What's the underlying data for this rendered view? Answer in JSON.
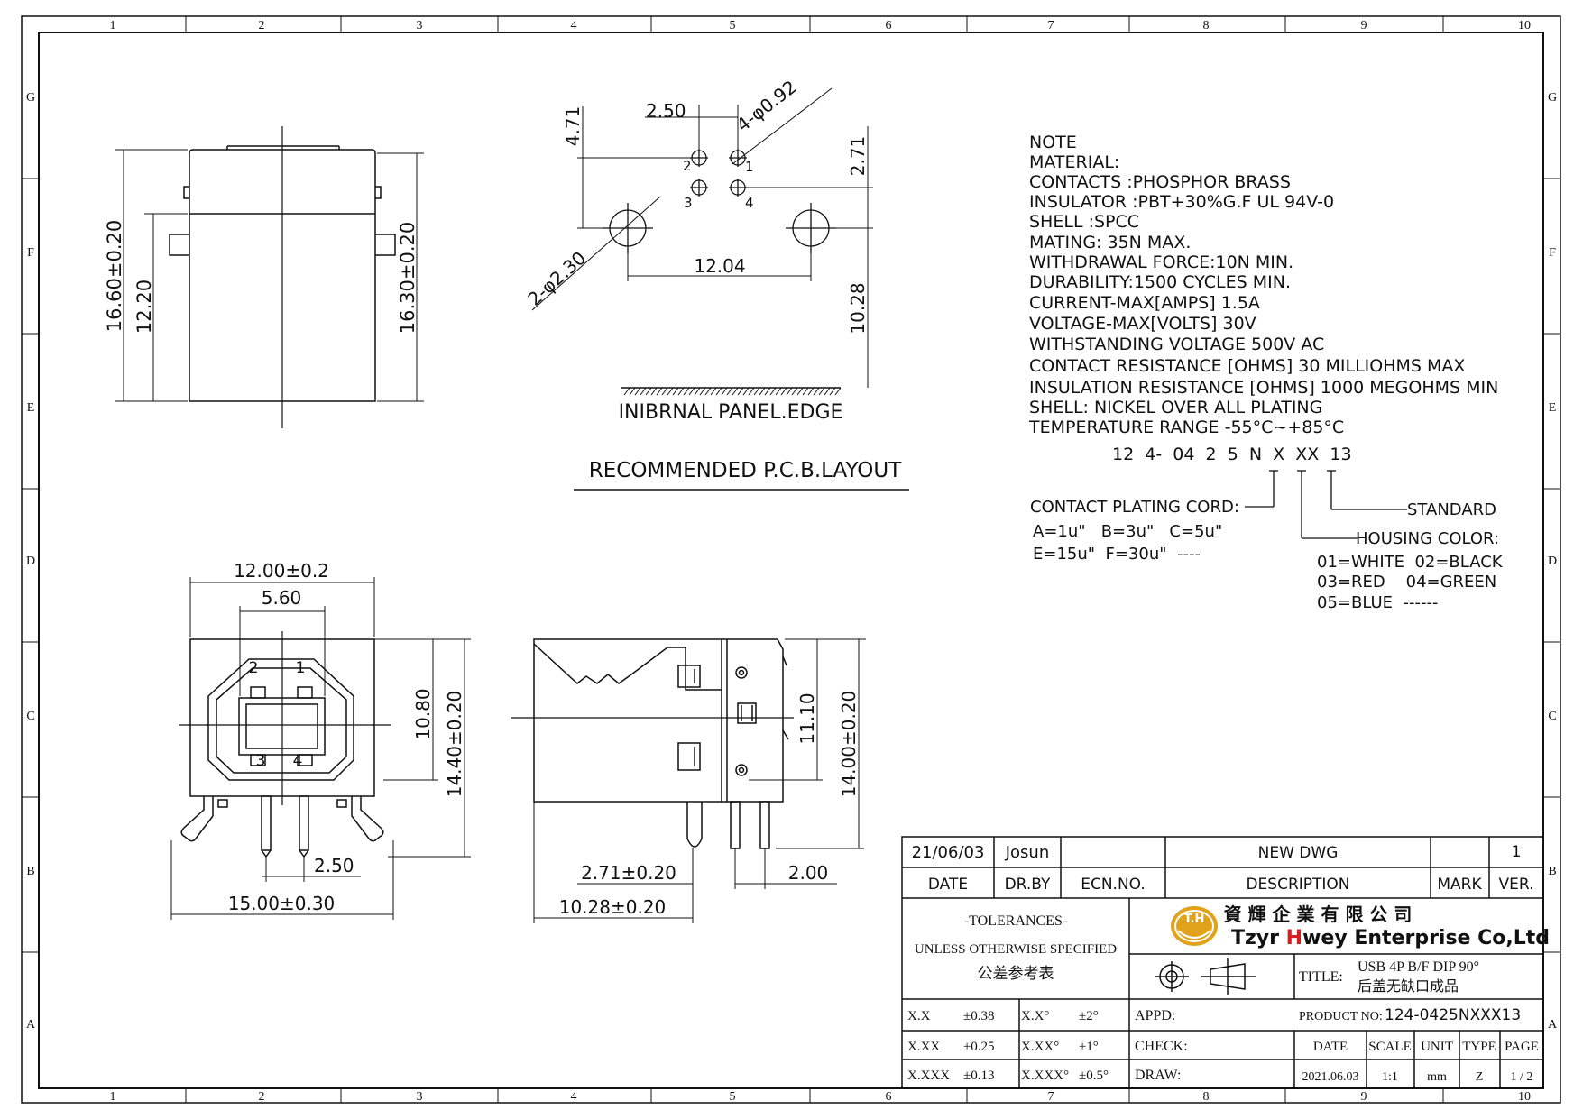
{
  "grid": {
    "columns": [
      "1",
      "2",
      "3",
      "4",
      "5",
      "6",
      "7",
      "8",
      "9",
      "10"
    ],
    "rows": [
      "G",
      "F",
      "E",
      "D",
      "C",
      "B",
      "A"
    ]
  },
  "top_view": {
    "dims": [
      "16.60±0.20",
      "12.20",
      "16.30±0.20"
    ]
  },
  "pcb_layout": {
    "dims": [
      "2.50",
      "4.71",
      "4-φ0.92",
      "2.71",
      "12.04",
      "2-φ2.30",
      "10.28"
    ],
    "pins": [
      "1",
      "2",
      "3",
      "4"
    ],
    "edge_label": "INIBRNAL  PANEL.EDGE",
    "caption": "RECOMMENDED  P.C.B.LAYOUT"
  },
  "front_view": {
    "dims": [
      "12.00±0.2",
      "5.60",
      "10.80",
      "14.40±0.20",
      "2.50",
      "15.00±0.30"
    ],
    "pins": [
      "2",
      "1",
      "3",
      "4"
    ]
  },
  "side_view": {
    "dims": [
      "11.10",
      "14.00±0.20",
      "2.71±0.20",
      "2.00",
      "10.28±0.20"
    ]
  },
  "notes": {
    "lines": [
      "NOTE",
      "MATERIAL:",
      "CONTACTS :PHOSPHOR  BRASS",
      "INSULATOR :PBT+30%G.F  UL  94V-0",
      " SHELL :SPCC",
      "MATING:  35N  MAX.",
      "WITHDRAWAL  FORCE:10N  MIN.",
      "DURABILITY:1500  CYCLES  MIN.",
      "CURRENT-MAX[AMPS]  1.5A",
      "VOLTAGE-MAX[VOLTS]  30V",
      "WITHSTANDING  VOLTAGE  500V  AC",
      "CONTACT  RESISTANCE  [OHMS]  30  MILLIOHMS  MAX",
      "INSULATION  RESISTANCE  [OHMS]  1000  MEGOHMS  MIN",
      "SHELL:  NICKEL  OVER  ALL  PLATING",
      "TEMPERATURE  RANGE    -55°C~+85°C"
    ],
    "part_code": "12  4-  04  2  5  N  X  XX  13",
    "plating_title": "CONTACT  PLATING  CORD:",
    "plating_line1": "A=1u\"   B=3u\"   C=5u\"",
    "plating_line2": "E=15u\"  F=30u\"  ----",
    "standard_label": "STANDARD",
    "housing_title": "HOUSING  COLOR:",
    "housing_line1": "01=WHITE  02=BLACK",
    "housing_line2": "03=RED    04=GREEN",
    "housing_line3": "05=BLUE  ------"
  },
  "title_block": {
    "date_value": "21/06/03",
    "drawer_value": "Josun",
    "description_value": "NEW  DWG",
    "version_value": "1",
    "date_label": "DATE",
    "drby_label": "DR.BY",
    "ecn_label": "ECN.NO.",
    "description_label": "DESCRIPTION",
    "mark_label": "MARK",
    "ver_label": "VER.",
    "tolerances_title": "-TOLERANCES-",
    "tolerances_sub": "UNLESS OTHERWISE SPECIFIED",
    "tolerances_cn": "公差参考表",
    "company_cn": "資 輝 企 業 有 限 公 司",
    "company_en_1": "Tzyr ",
    "company_en_h": "H",
    "company_en_2": "wey Enterprise Co,Ltd",
    "logo_text": "T.H",
    "title_label": "TITLE:",
    "title_line1": "USB 4P B/F DIP 90°",
    "title_line2": "后盖无缺口成品",
    "tol_rows": [
      [
        "X.X",
        "±0.38",
        "X.X°",
        "±2°"
      ],
      [
        "X.XX",
        "±0.25",
        "X.XX°",
        "±1°"
      ],
      [
        "X.XXX",
        "±0.13",
        "X.XXX°",
        "±0.5°"
      ]
    ],
    "appd_label": "APPD:",
    "check_label": "CHECK:",
    "draw_label": "DRAW:",
    "product_no_label": "PRODUCT NO:",
    "product_no_value": "124-0425NXXX13",
    "bottom_headers": [
      "DATE",
      "SCALE",
      "UNIT",
      "TYPE",
      "PAGE"
    ],
    "bottom_values": [
      "2021.06.03",
      "1:1",
      "mm",
      "Z",
      "1 / 2"
    ]
  },
  "colors": {
    "line": "#111111",
    "logo_gold": "#e0a21b",
    "logo_red": "#d62020"
  }
}
